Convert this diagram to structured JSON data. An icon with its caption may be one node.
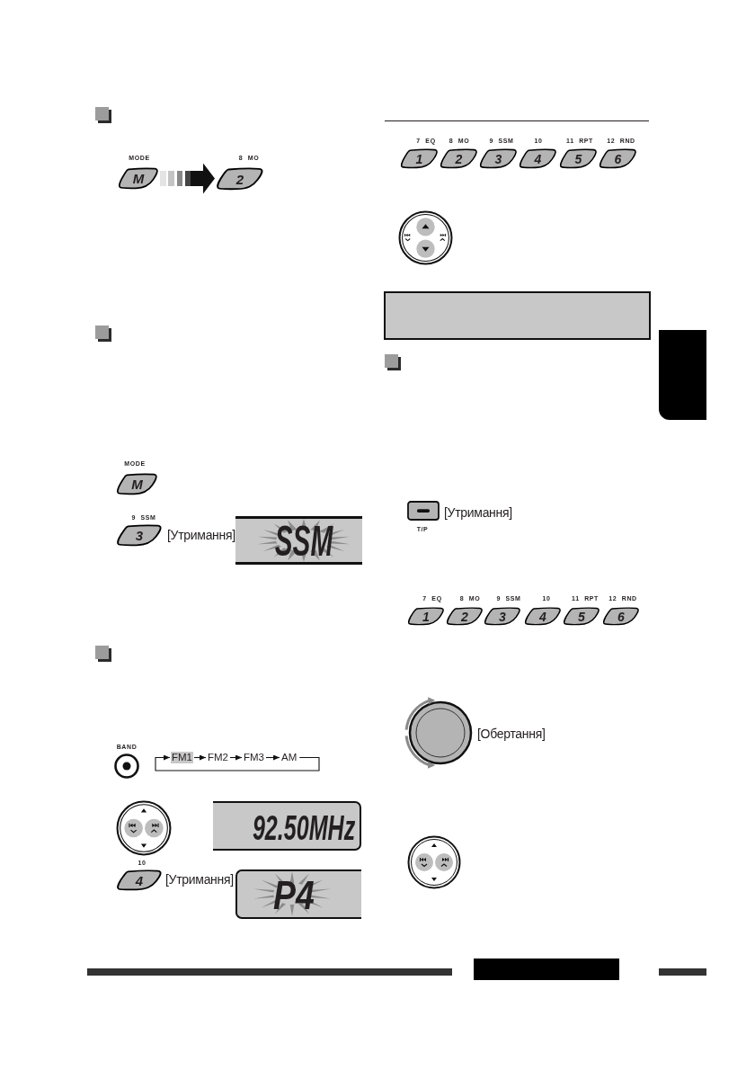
{
  "diagram": {
    "nodes": [
      {
        "text": [
          "M"
        ],
        "beside": [
          "MODE"
        ]
      },
      {
        "text": [
          "2"
        ],
        "beside": [
          "8 MO"
        ]
      },
      {
        "text": [
          "M"
        ],
        "beside": [
          "MODE"
        ]
      },
      {
        "text": [
          "3"
        ],
        "beside": [
          "9 SSM",
          "[Утримання]"
        ]
      },
      {
        "text": [
          "SSM"
        ]
      },
      {
        "text": [],
        "shape": "circle",
        "beside": [
          "BAND"
        ]
      },
      {
        "text": [
          "FM1"
        ]
      },
      {
        "text": [
          "FM2"
        ]
      },
      {
        "text": [
          "FM3"
        ]
      },
      {
        "text": [
          "AM"
        ]
      },
      {
        "text": [],
        "shape": "circle"
      },
      {
        "text": [
          "92.50MHz"
        ]
      },
      {
        "text": [
          "4"
        ],
        "beside": [
          "10",
          "[Утримання]"
        ]
      },
      {
        "text": [
          "P4"
        ]
      },
      {
        "text": [
          "1"
        ],
        "beside": [
          "7 EQ"
        ]
      },
      {
        "text": [
          "2"
        ],
        "beside": [
          "8 MO"
        ]
      },
      {
        "text": [
          "3"
        ],
        "beside": [
          "9 SSM"
        ]
      },
      {
        "text": [
          "4"
        ],
        "beside": [
          "10"
        ]
      },
      {
        "text": [
          "5"
        ],
        "beside": [
          "11 RPT"
        ]
      },
      {
        "text": [
          "6"
        ],
        "beside": [
          "12 RND"
        ]
      },
      {
        "text": [],
        "shape": "circle"
      },
      {
        "text": [],
        "shape": "box",
        "beside": [
          "[Утримання]",
          "T/P"
        ]
      },
      {
        "text": [
          "1"
        ],
        "beside": [
          "7 EQ"
        ]
      },
      {
        "text": [
          "2"
        ],
        "beside": [
          "8 MO"
        ]
      },
      {
        "text": [
          "3"
        ],
        "beside": [
          "9 SSM"
        ]
      },
      {
        "text": [
          "4"
        ],
        "beside": [
          "10"
        ]
      },
      {
        "text": [
          "5"
        ],
        "beside": [
          "11 RPT"
        ]
      },
      {
        "text": [
          "6"
        ],
        "beside": [
          "12 RND"
        ]
      },
      {
        "text": [],
        "shape": "circle",
        "beside": [
          "[Обертання]"
        ]
      },
      {
        "text": [],
        "shape": "circle"
      }
    ],
    "edges": [
      {
        "from": 0,
        "to": 1,
        "arrow": "to",
        "style": "thick"
      },
      {
        "from": 6,
        "to": 7,
        "arrow": "to"
      },
      {
        "from": 7,
        "to": 8,
        "arrow": "to"
      },
      {
        "from": 8,
        "to": 9,
        "arrow": "to"
      },
      {
        "from": 9,
        "to": 6,
        "arrow": "to"
      }
    ]
  }
}
